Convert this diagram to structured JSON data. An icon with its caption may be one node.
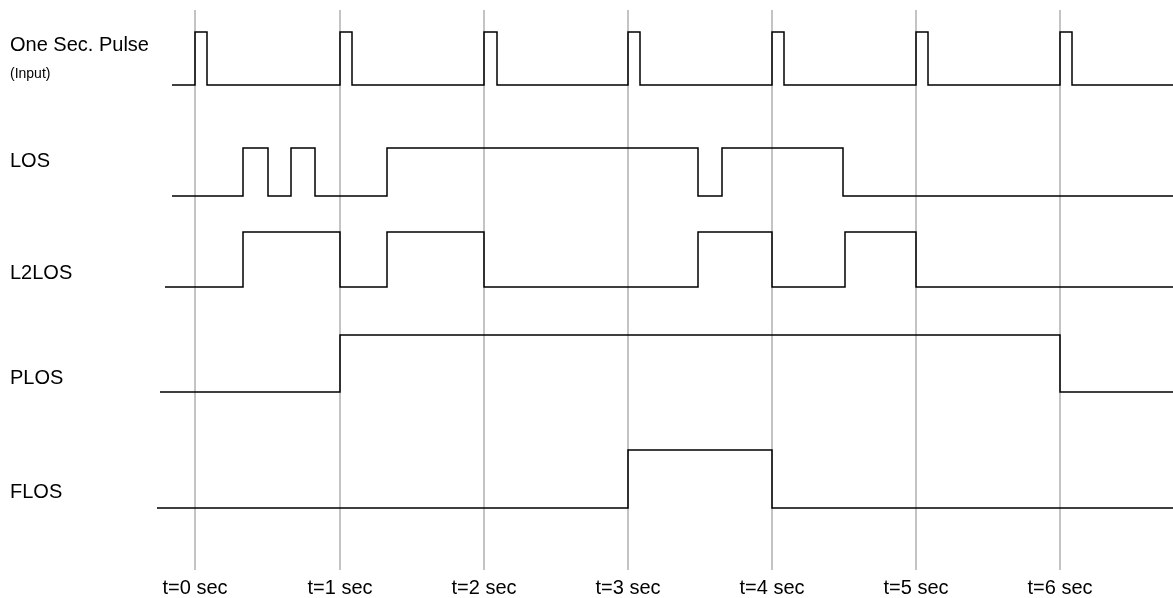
{
  "diagram": {
    "labels": [
      "One Sec. Pulse",
      "(Input)",
      "LOS",
      "L2LOS",
      "PLOS",
      "FLOS",
      "t=0 sec",
      "t=1 sec",
      "t=2 sec",
      "t=3 sec",
      "t=4 sec",
      "t=5 sec",
      "t=6 sec"
    ]
  }
}
